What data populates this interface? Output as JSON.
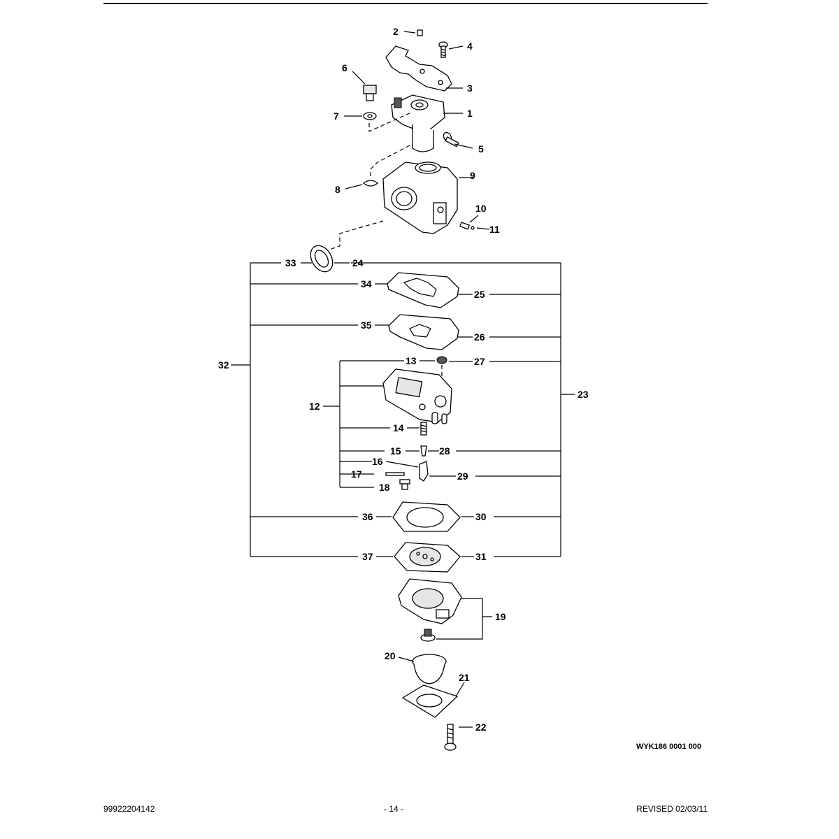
{
  "callouts": {
    "n1": "1",
    "n2": "2",
    "n3": "3",
    "n4": "4",
    "n5": "5",
    "n6": "6",
    "n7": "7",
    "n8": "8",
    "n9": "9",
    "n10": "10",
    "n11": "11",
    "n12": "12",
    "n13": "13",
    "n14": "14",
    "n15": "15",
    "n16": "16",
    "n17": "17",
    "n18": "18",
    "n19": "19",
    "n20": "20",
    "n21": "21",
    "n22": "22",
    "n23": "23",
    "n24": "24",
    "n25": "25",
    "n26": "26",
    "n27": "27",
    "n28": "28",
    "n29": "29",
    "n30": "30",
    "n31": "31",
    "n32": "32",
    "n33": "33",
    "n34": "34",
    "n35": "35",
    "n36": "36",
    "n37": "37"
  },
  "figure_id": "WYK186 0001 000",
  "footer": {
    "left": "99922204142",
    "center": "- 14 -",
    "right": "REVISED 02/03/11"
  }
}
